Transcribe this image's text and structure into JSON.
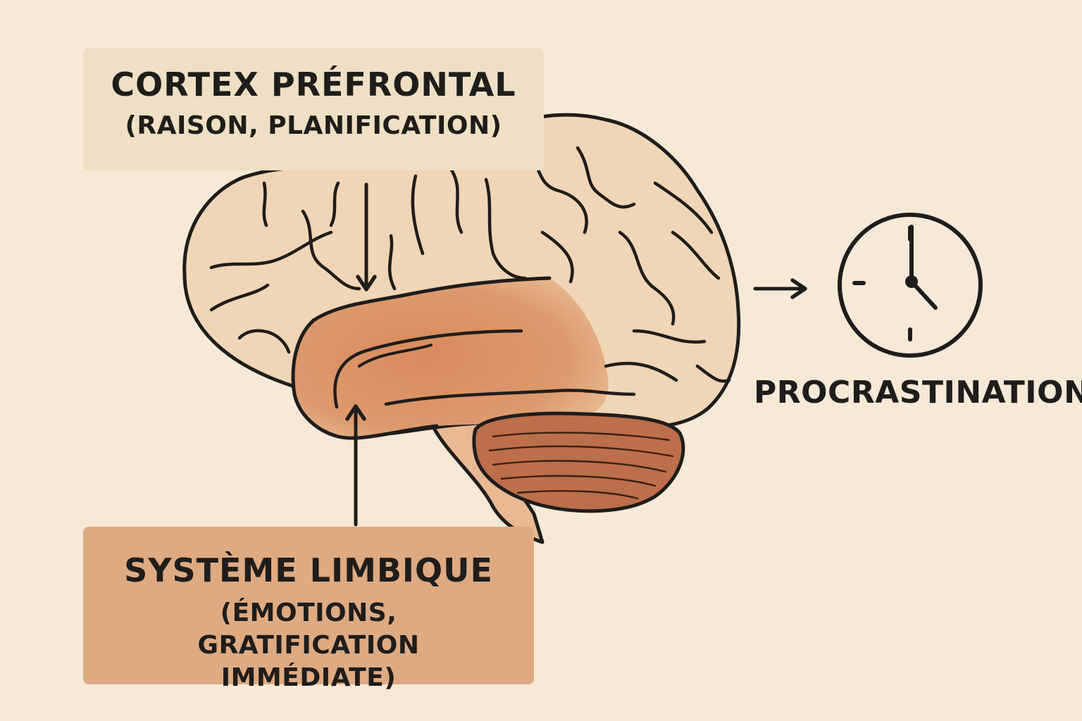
{
  "labels": {
    "cortex": {
      "title": "CORTEX PRÉFRONTAL",
      "subtitle": "(RAISON, PLANIFICATION)"
    },
    "limbic": {
      "title": "SYSTÈME LIMBIQUE",
      "subtitle": "(ÉMOTIONS, GRATIFICATION IMMÉDIATE)"
    },
    "outcome": "PROCRASTINATION"
  },
  "icons": {
    "clock": "clock-icon",
    "arrow": "arrow-right-icon"
  },
  "colors": {
    "background": "#f6e9d7",
    "brain_cortex": "#f0d6b6",
    "limbic_region": "#d98f63",
    "cerebellum": "#bd6e4a",
    "brainstem": "#e9b994",
    "outline": "#1f1d1b",
    "cortex_label_bg": "#efdfc4",
    "limbic_label_bg": "#deaa82"
  }
}
